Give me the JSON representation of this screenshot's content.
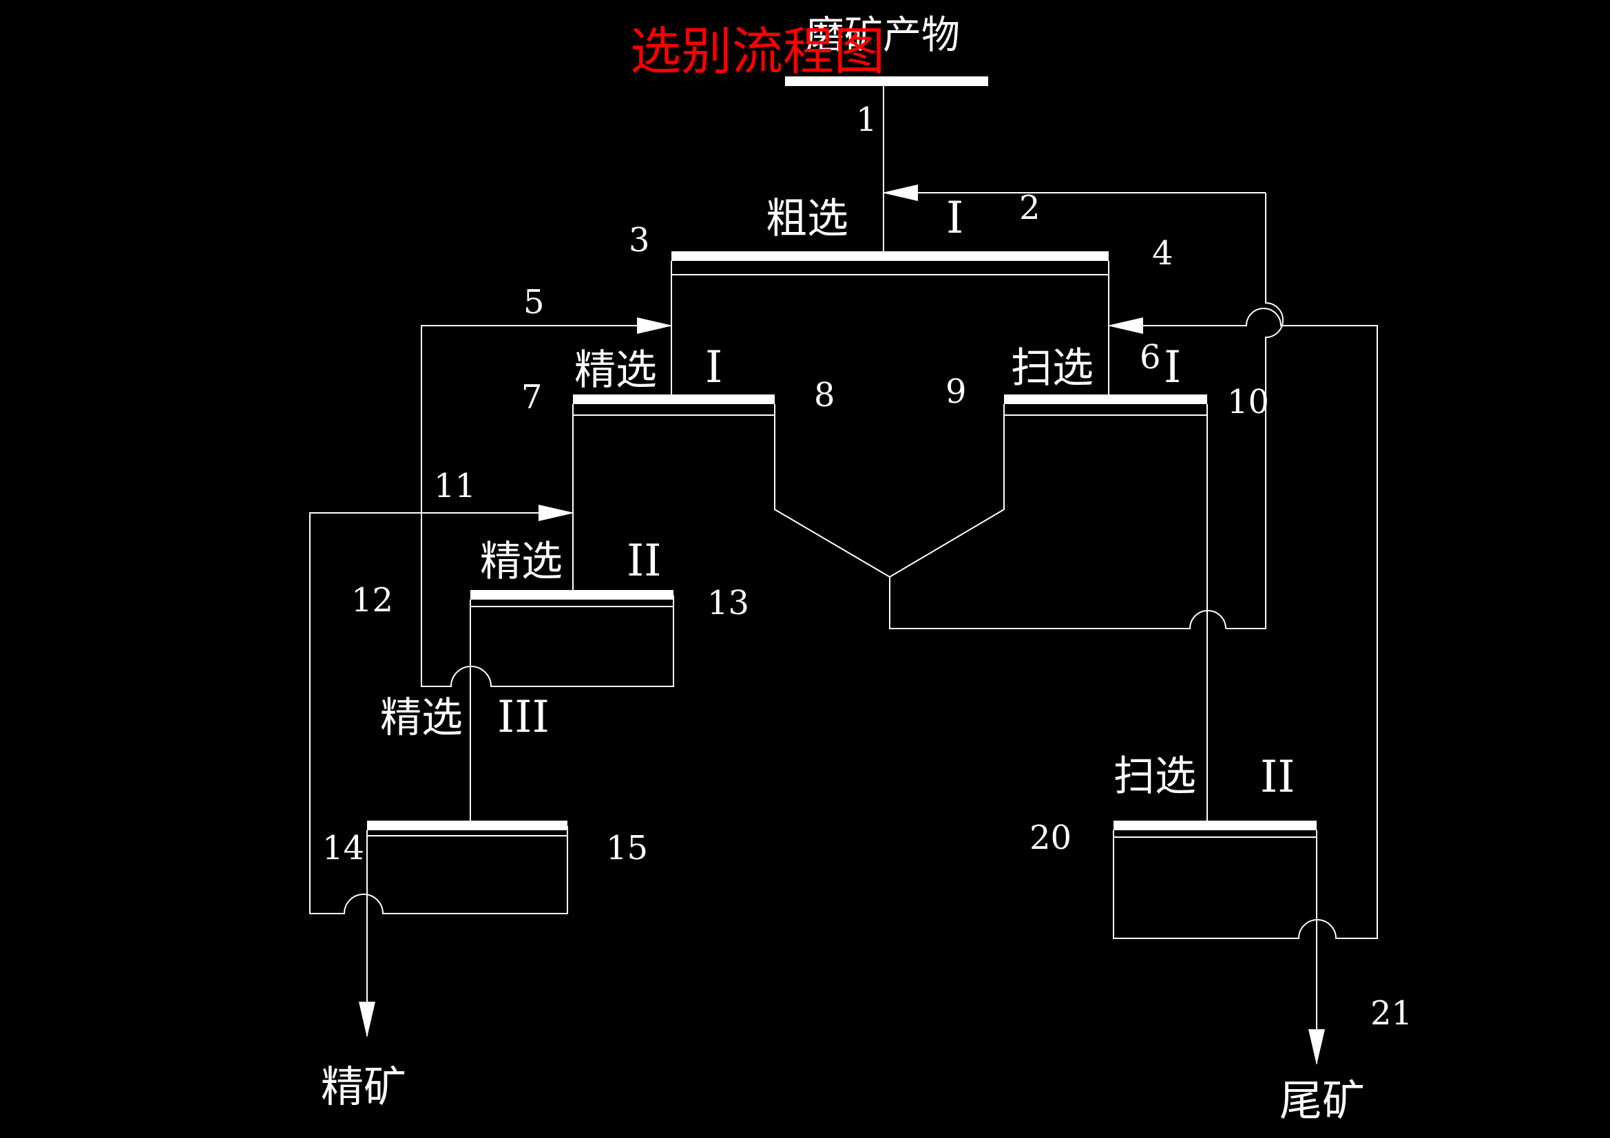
{
  "title": "选别流程图",
  "feed_label": "磨矿产物",
  "product_labels": {
    "concentrate": "精矿",
    "tailings": "尾矿"
  },
  "stages": {
    "rougher_1": {
      "name": "粗选",
      "numeral": "I"
    },
    "cleaner_1": {
      "name": "精选",
      "numeral": "I"
    },
    "scavenger_1": {
      "name": "扫选",
      "numeral": "I"
    },
    "cleaner_2": {
      "name": "精选",
      "numeral": "II"
    },
    "cleaner_3": {
      "name": "精选",
      "numeral": "III"
    },
    "scavenger_2": {
      "name": "扫选",
      "numeral": "II"
    }
  },
  "stream_numbers": [
    "1",
    "2",
    "3",
    "4",
    "5",
    "6",
    "7",
    "8",
    "9",
    "10",
    "11",
    "12",
    "13",
    "14",
    "15",
    "20",
    "21"
  ],
  "colors": {
    "background": "#000000",
    "lines": "#ffffff",
    "title": "#ff0000"
  }
}
